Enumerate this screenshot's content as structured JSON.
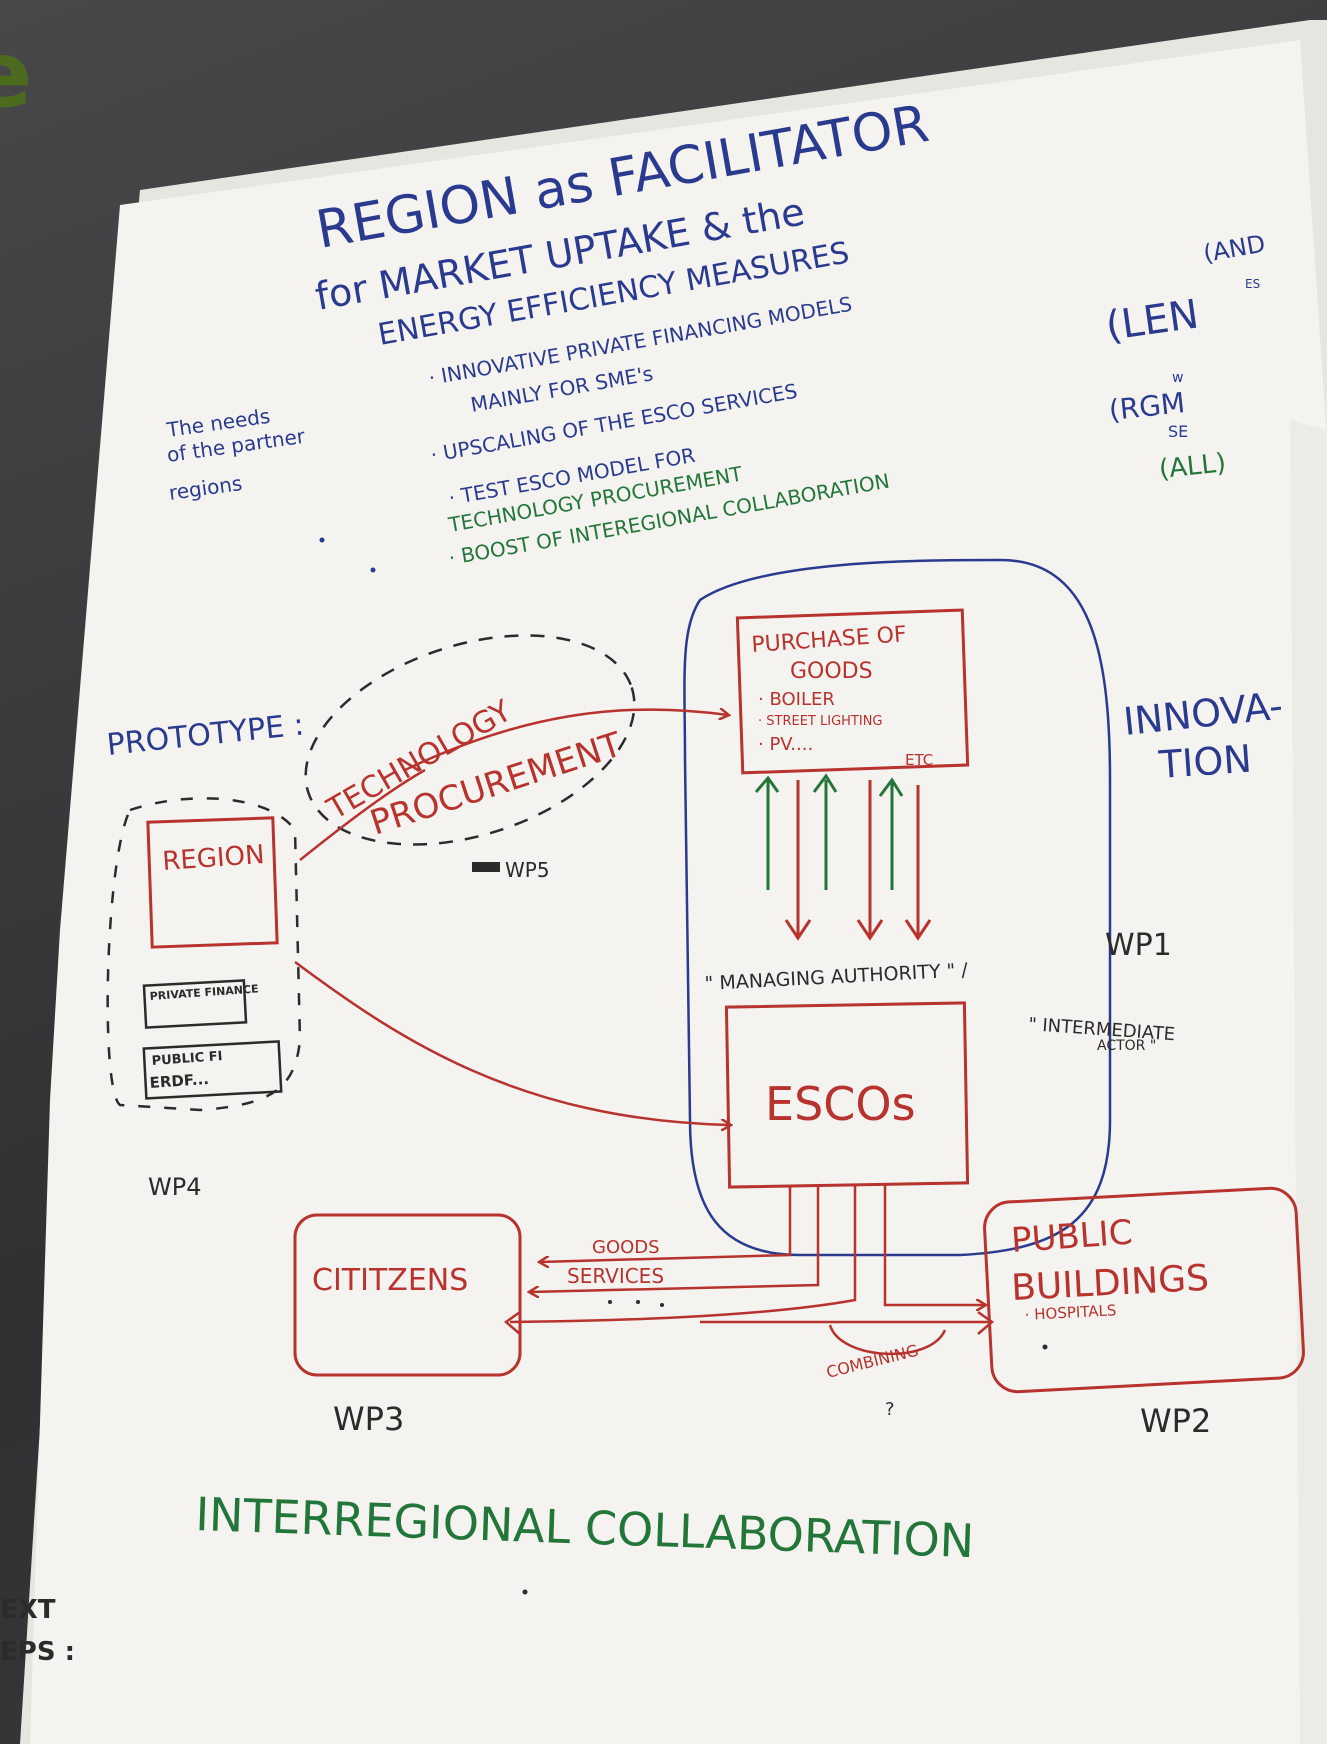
{
  "partial_letter": "e",
  "title": {
    "line1": "REGION as FACILITATOR",
    "line2": "for MARKET UPTAKE & the",
    "line3": "ENERGY EFFICIENCY MEASURES"
  },
  "needs_label": {
    "line1": "The needs",
    "line2": "of the partner",
    "line3": "regions"
  },
  "needs": {
    "item1a": "· INNOVATIVE PRIVATE FINANCING MODELS",
    "item1a_tag": "(AND",
    "item1a_tag2": "ES",
    "item1b": "MAINLY FOR SME's",
    "item2": "· UPSCALING OF THE ESCO SERVICES",
    "item2_tag": "(LEN",
    "item2_tag2": "w",
    "item3": "· TEST ESCO MODEL FOR",
    "item3_tag": "(RGM",
    "item3_tag2": "SE",
    "item3b": "TECHNOLOGY PROCUREMENT",
    "item4": "· BOOST OF INTEREGIONAL COLLABORATION",
    "item4_tag": "(ALL)"
  },
  "diagram": {
    "prototype": "PROTOTYPE :",
    "technology": "TECHNOLOGY",
    "procurement": "PROCUREMENT",
    "wp5": "WP5",
    "region": "REGION",
    "private_finance": "PRIVATE FINANCE",
    "public_fi": "PUBLIC FI",
    "erdf": "ERDF...",
    "wp4": "WP4",
    "purchase_title1": "PURCHASE OF",
    "purchase_title2": "GOODS",
    "purchase_item1": "· BOILER",
    "purchase_item2": "· STREET LIGHTING",
    "purchase_item3": "· PV....",
    "purchase_etc": "ETC",
    "innovation1": "INNOVA-",
    "innovation2": "TION",
    "managing": "\" MANAGING AUTHORITY \" /",
    "wp1": "WP1",
    "intermediate1": "\" INTERMEDIATE",
    "intermediate2": "ACTOR \"",
    "escos": "ESCOs",
    "citizens": "CITITZENS",
    "goods": "GOODS",
    "services": "SERVICES",
    "public_buildings1": "PUBLIC",
    "public_buildings2": "BUILDINGS",
    "hospitals": "· HOSPITALS",
    "combining": "COMBINING",
    "question": "?",
    "wp3": "WP3",
    "wp2": "WP2"
  },
  "footer": {
    "interregional": "INTERREGIONAL COLLABORATION",
    "next1": "EXT",
    "next2": "EPS :"
  },
  "colors": {
    "blue_ink": "#2a3b8f",
    "red_ink": "#b8322e",
    "green_ink": "#23763a",
    "black_ink": "#2b2b2b",
    "paper": "#f4f3ef"
  }
}
